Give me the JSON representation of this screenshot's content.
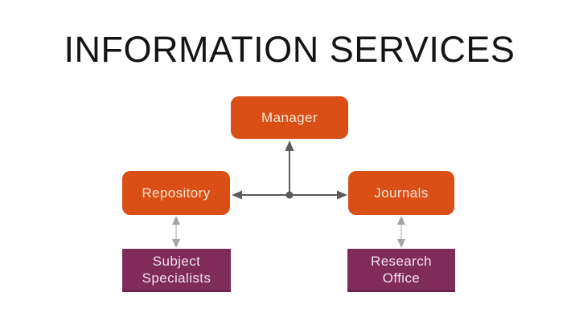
{
  "slide": {
    "title": "INFORMATION SERVICES",
    "title_color": "#141414",
    "background_color": "#ffffff"
  },
  "diagram": {
    "nodes": {
      "manager": {
        "label": "Manager",
        "fill": "#D94F16",
        "text_color": "#F9E7D3",
        "shape": "rounded-rectangle"
      },
      "repository": {
        "label": "Repository",
        "fill": "#D94F16",
        "text_color": "#F9E7D3",
        "shape": "rounded-rectangle"
      },
      "journals": {
        "label": "Journals",
        "fill": "#D94F16",
        "text_color": "#F9E7D3",
        "shape": "rounded-rectangle"
      },
      "subject_specialists": {
        "label": "Subject Specialists",
        "fill": "#7F2C58",
        "text_color": "#F3E2EC",
        "shape": "rectangle"
      },
      "research_office": {
        "label": "Research Office",
        "fill": "#7F2C58",
        "text_color": "#F3E2EC",
        "shape": "rectangle"
      }
    },
    "edges": [
      {
        "from": "junction",
        "to": "manager",
        "style": "dark-arrow-up"
      },
      {
        "from": "junction",
        "to": "repository",
        "style": "dark-arrow-left"
      },
      {
        "from": "junction",
        "to": "journals",
        "style": "dark-arrow-right"
      },
      {
        "from": "repository",
        "to": "subject_specialists",
        "style": "light-double-arrow-vertical"
      },
      {
        "from": "journals",
        "to": "research_office",
        "style": "light-double-arrow-vertical"
      }
    ],
    "connectors": {
      "dark_color": "#5A5A5A",
      "light_shaft_color": "#C8C8C8",
      "light_head_color": "#A4A4A4",
      "junction_dot": "circle"
    }
  }
}
